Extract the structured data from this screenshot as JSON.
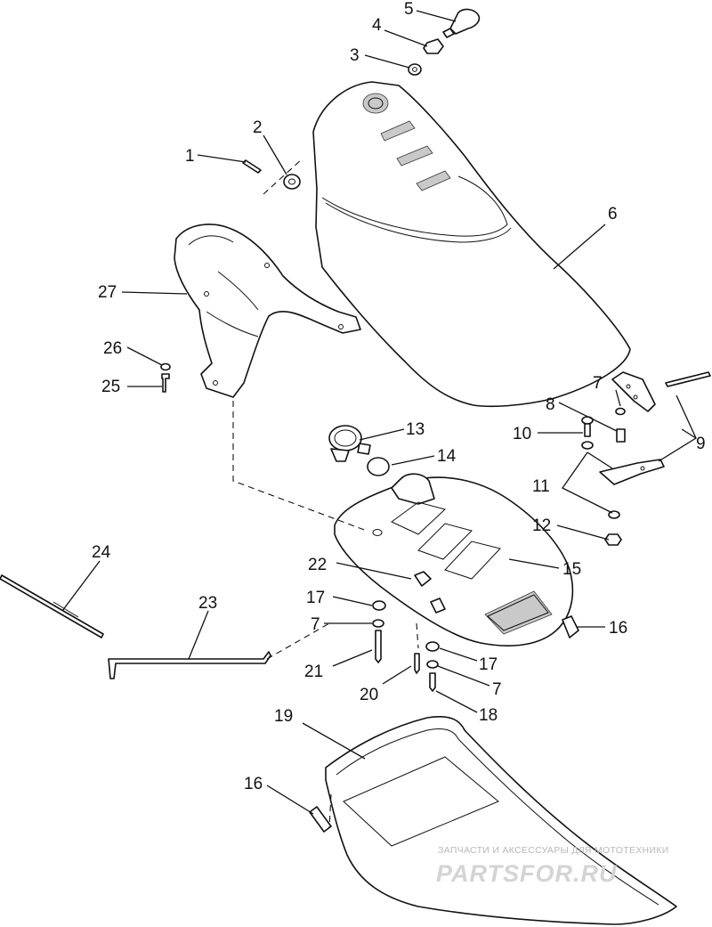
{
  "callouts": {
    "p1": "1",
    "p2": "2",
    "p3": "3",
    "p4": "4",
    "p5": "5",
    "p6": "6",
    "p7a": "7",
    "p7b": "7",
    "p7c": "7",
    "p8": "8",
    "p9": "9",
    "p10": "10",
    "p11": "11",
    "p12": "12",
    "p13": "13",
    "p14": "14",
    "p15": "15",
    "p16a": "16",
    "p16b": "16",
    "p17a": "17",
    "p17b": "17",
    "p18": "18",
    "p19": "19",
    "p20": "20",
    "p21": "21",
    "p22": "22",
    "p23": "23",
    "p24": "24",
    "p25": "25",
    "p26": "26",
    "p27": "27"
  },
  "watermark": {
    "line1": "ЗАПЧАСТИ И АКСЕССУАРЫ ДЛЯ МОТОТЕХНИКИ",
    "line2": "PARTSFOR.RU"
  }
}
